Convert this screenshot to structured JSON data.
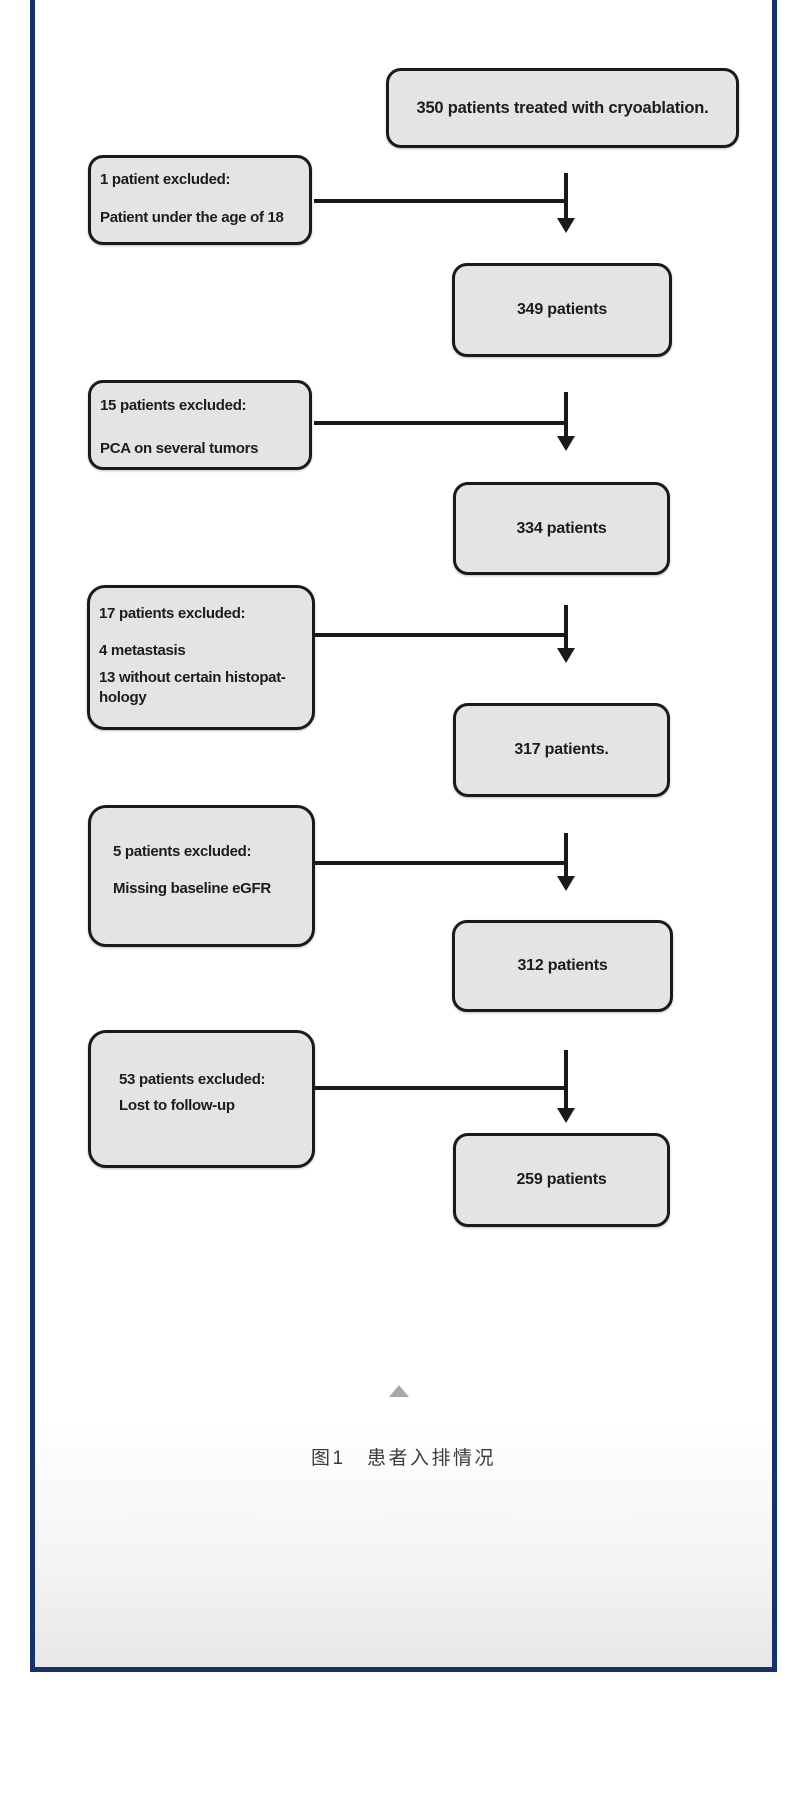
{
  "page": {
    "caption": "图1　患者入排情况",
    "colors": {
      "frame_blue": "#16326e",
      "box_fill": "#e4e4e4",
      "box_border": "#1a1a1a",
      "triangle_gray": "#a9a9a9",
      "caption_text": "#3d3d3d"
    },
    "icons": {
      "collapse": "triangle-up"
    }
  },
  "flow": {
    "step_boxes": [
      {
        "label": "350 patients treated with cryoablation."
      },
      {
        "label": "349 patients"
      },
      {
        "label": "334 patients"
      },
      {
        "label": "317 patients."
      },
      {
        "label": "312 patients"
      },
      {
        "label": "259 patients"
      }
    ],
    "exclusion_boxes": [
      {
        "lines": [
          "1 patient excluded:",
          "Patient under the age of 18"
        ]
      },
      {
        "lines": [
          "15 patients excluded:",
          "PCA on several tumors"
        ]
      },
      {
        "lines": [
          "17 patients excluded:",
          "4 metastasis",
          "13 without certain histopat-",
          "hology"
        ]
      },
      {
        "lines": [
          "5 patients excluded:",
          "Missing baseline eGFR"
        ]
      },
      {
        "lines": [
          "53 patients excluded:",
          "Lost to follow-up"
        ]
      }
    ]
  }
}
